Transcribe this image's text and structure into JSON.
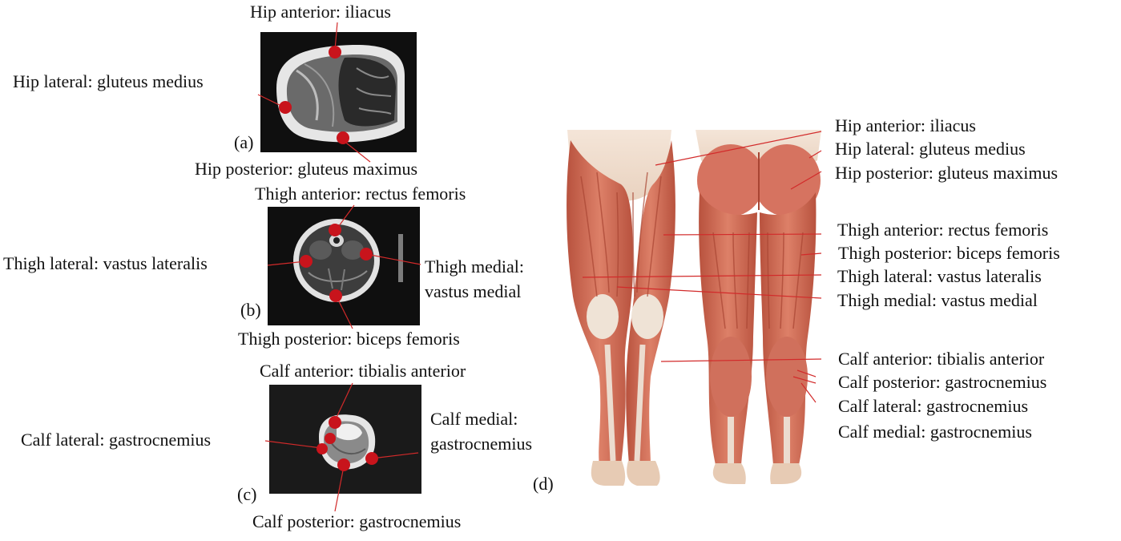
{
  "panels": {
    "a": "(a)",
    "b": "(b)",
    "c": "(c)",
    "d": "(d)"
  },
  "mri_labels": {
    "hip_anterior": "Hip anterior: iliacus",
    "hip_lateral": "Hip lateral: gluteus medius",
    "hip_posterior": "Hip posterior: gluteus maximus",
    "thigh_anterior": "Thigh anterior: rectus femoris",
    "thigh_lateral": "Thigh lateral: vastus lateralis",
    "thigh_medial_1": "Thigh medial:",
    "thigh_medial_2": "vastus medial",
    "thigh_posterior": "Thigh posterior: biceps femoris",
    "calf_anterior": "Calf anterior: tibialis anterior",
    "calf_lateral": "Calf lateral: gastrocnemius",
    "calf_medial_1": "Calf medial:",
    "calf_medial_2": "gastrocnemius",
    "calf_posterior": "Calf posterior: gastrocnemius"
  },
  "body_labels": {
    "hip_anterior": "Hip anterior: iliacus",
    "hip_lateral": "Hip lateral: gluteus medius",
    "hip_posterior": "Hip posterior: gluteus maximus",
    "thigh_anterior": "Thigh anterior: rectus femoris",
    "thigh_posterior": "Thigh posterior: biceps femoris",
    "thigh_lateral": "Thigh lateral: vastus lateralis",
    "thigh_medial": "Thigh medial: vastus medial",
    "calf_anterior": "Calf anterior: tibialis anterior",
    "calf_posterior": "Calf posterior: gastrocnemius",
    "calf_lateral": "Calf lateral: gastrocnemius",
    "calf_medial": "Calf medial: gastrocnemius"
  },
  "colors": {
    "marker": "#c8141c",
    "leader": "#d22a2a",
    "mri_background": "#111111",
    "muscle": "#cf6a55",
    "muscle_dark": "#a84432",
    "tendon": "#ecdccf"
  }
}
